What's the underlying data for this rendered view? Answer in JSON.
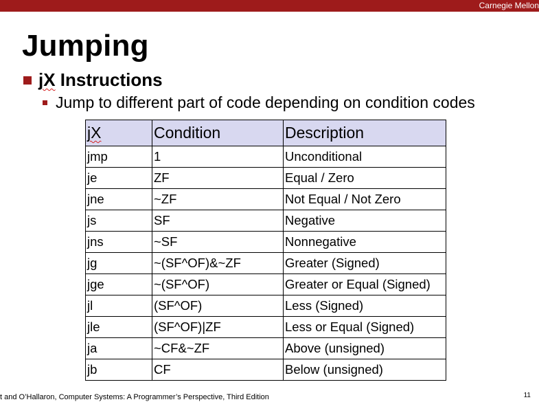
{
  "header": {
    "brand": "Carnegie Mellon",
    "bar_color": "#9e1b1b"
  },
  "slide": {
    "title": "Jumping",
    "bullet1_code": "jX",
    "bullet1_rest": " Instructions",
    "bullet2": "Jump to different part of code depending on condition codes"
  },
  "table": {
    "headers": [
      "jX",
      "Condition",
      "Description"
    ],
    "header_bg": "#d8d8f0",
    "rows": [
      [
        "jmp",
        "1",
        "Unconditional"
      ],
      [
        "je",
        "ZF",
        "Equal / Zero"
      ],
      [
        "jne",
        "~ZF",
        "Not Equal / Not Zero"
      ],
      [
        "js",
        "SF",
        "Negative"
      ],
      [
        "jns",
        "~SF",
        "Nonnegative"
      ],
      [
        "jg",
        "~(SF^OF)&~ZF",
        "Greater (Signed)"
      ],
      [
        "jge",
        "~(SF^OF)",
        "Greater or Equal (Signed)"
      ],
      [
        "jl",
        "(SF^OF)",
        "Less (Signed)"
      ],
      [
        "jle",
        "(SF^OF)|ZF",
        "Less or Equal (Signed)"
      ],
      [
        "ja",
        "~CF&~ZF",
        "Above (unsigned)"
      ],
      [
        "jb",
        "CF",
        "Below (unsigned)"
      ]
    ]
  },
  "footer": {
    "citation": "t and O’Hallaron, Computer Systems: A Programmer’s Perspective, Third Edition",
    "page_number": "11"
  }
}
